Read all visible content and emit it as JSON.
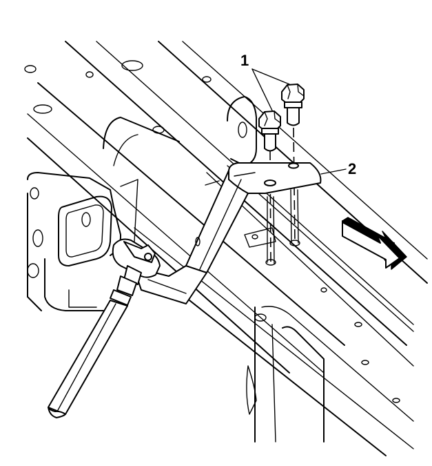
{
  "callouts": [
    {
      "id": "1",
      "label": "1",
      "part": "bolts"
    },
    {
      "id": "2",
      "label": "2",
      "part": "bracket"
    }
  ],
  "colors": {
    "line": "#000000",
    "fill": "#ffffff",
    "shade": "#000000"
  },
  "icons": [
    "direction-arrow-icon"
  ]
}
